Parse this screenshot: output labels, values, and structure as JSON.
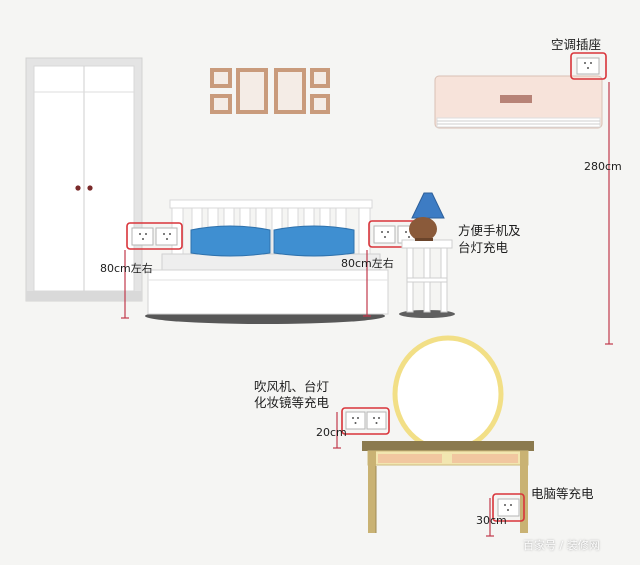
{
  "labels": {
    "ac_outlet": "空调插座",
    "ac_height": "280cm",
    "phone_lamp_line1": "方便手机及",
    "phone_lamp_line2": "台灯充电",
    "bed_left_height": "80cm左右",
    "bed_right_height": "80cm左右",
    "dryer_line1": "吹风机、台灯",
    "dryer_line2": "化妆镜等充电",
    "vanity_height": "20cm",
    "pc_charge": "电脑等充电",
    "pc_height": "30cm",
    "watermark": "百家号 / 装修网"
  },
  "colors": {
    "background": "#f5f5f3",
    "outlet_highlight": "#d9343a",
    "measure_line": "#c0394b",
    "pillow": "#3f8fd1",
    "lamp_shade": "#3d7cc4",
    "mirror_frame": "#f2df86",
    "desk_top": "#8b7a4e",
    "wardrobe": "#e8e8e8"
  }
}
